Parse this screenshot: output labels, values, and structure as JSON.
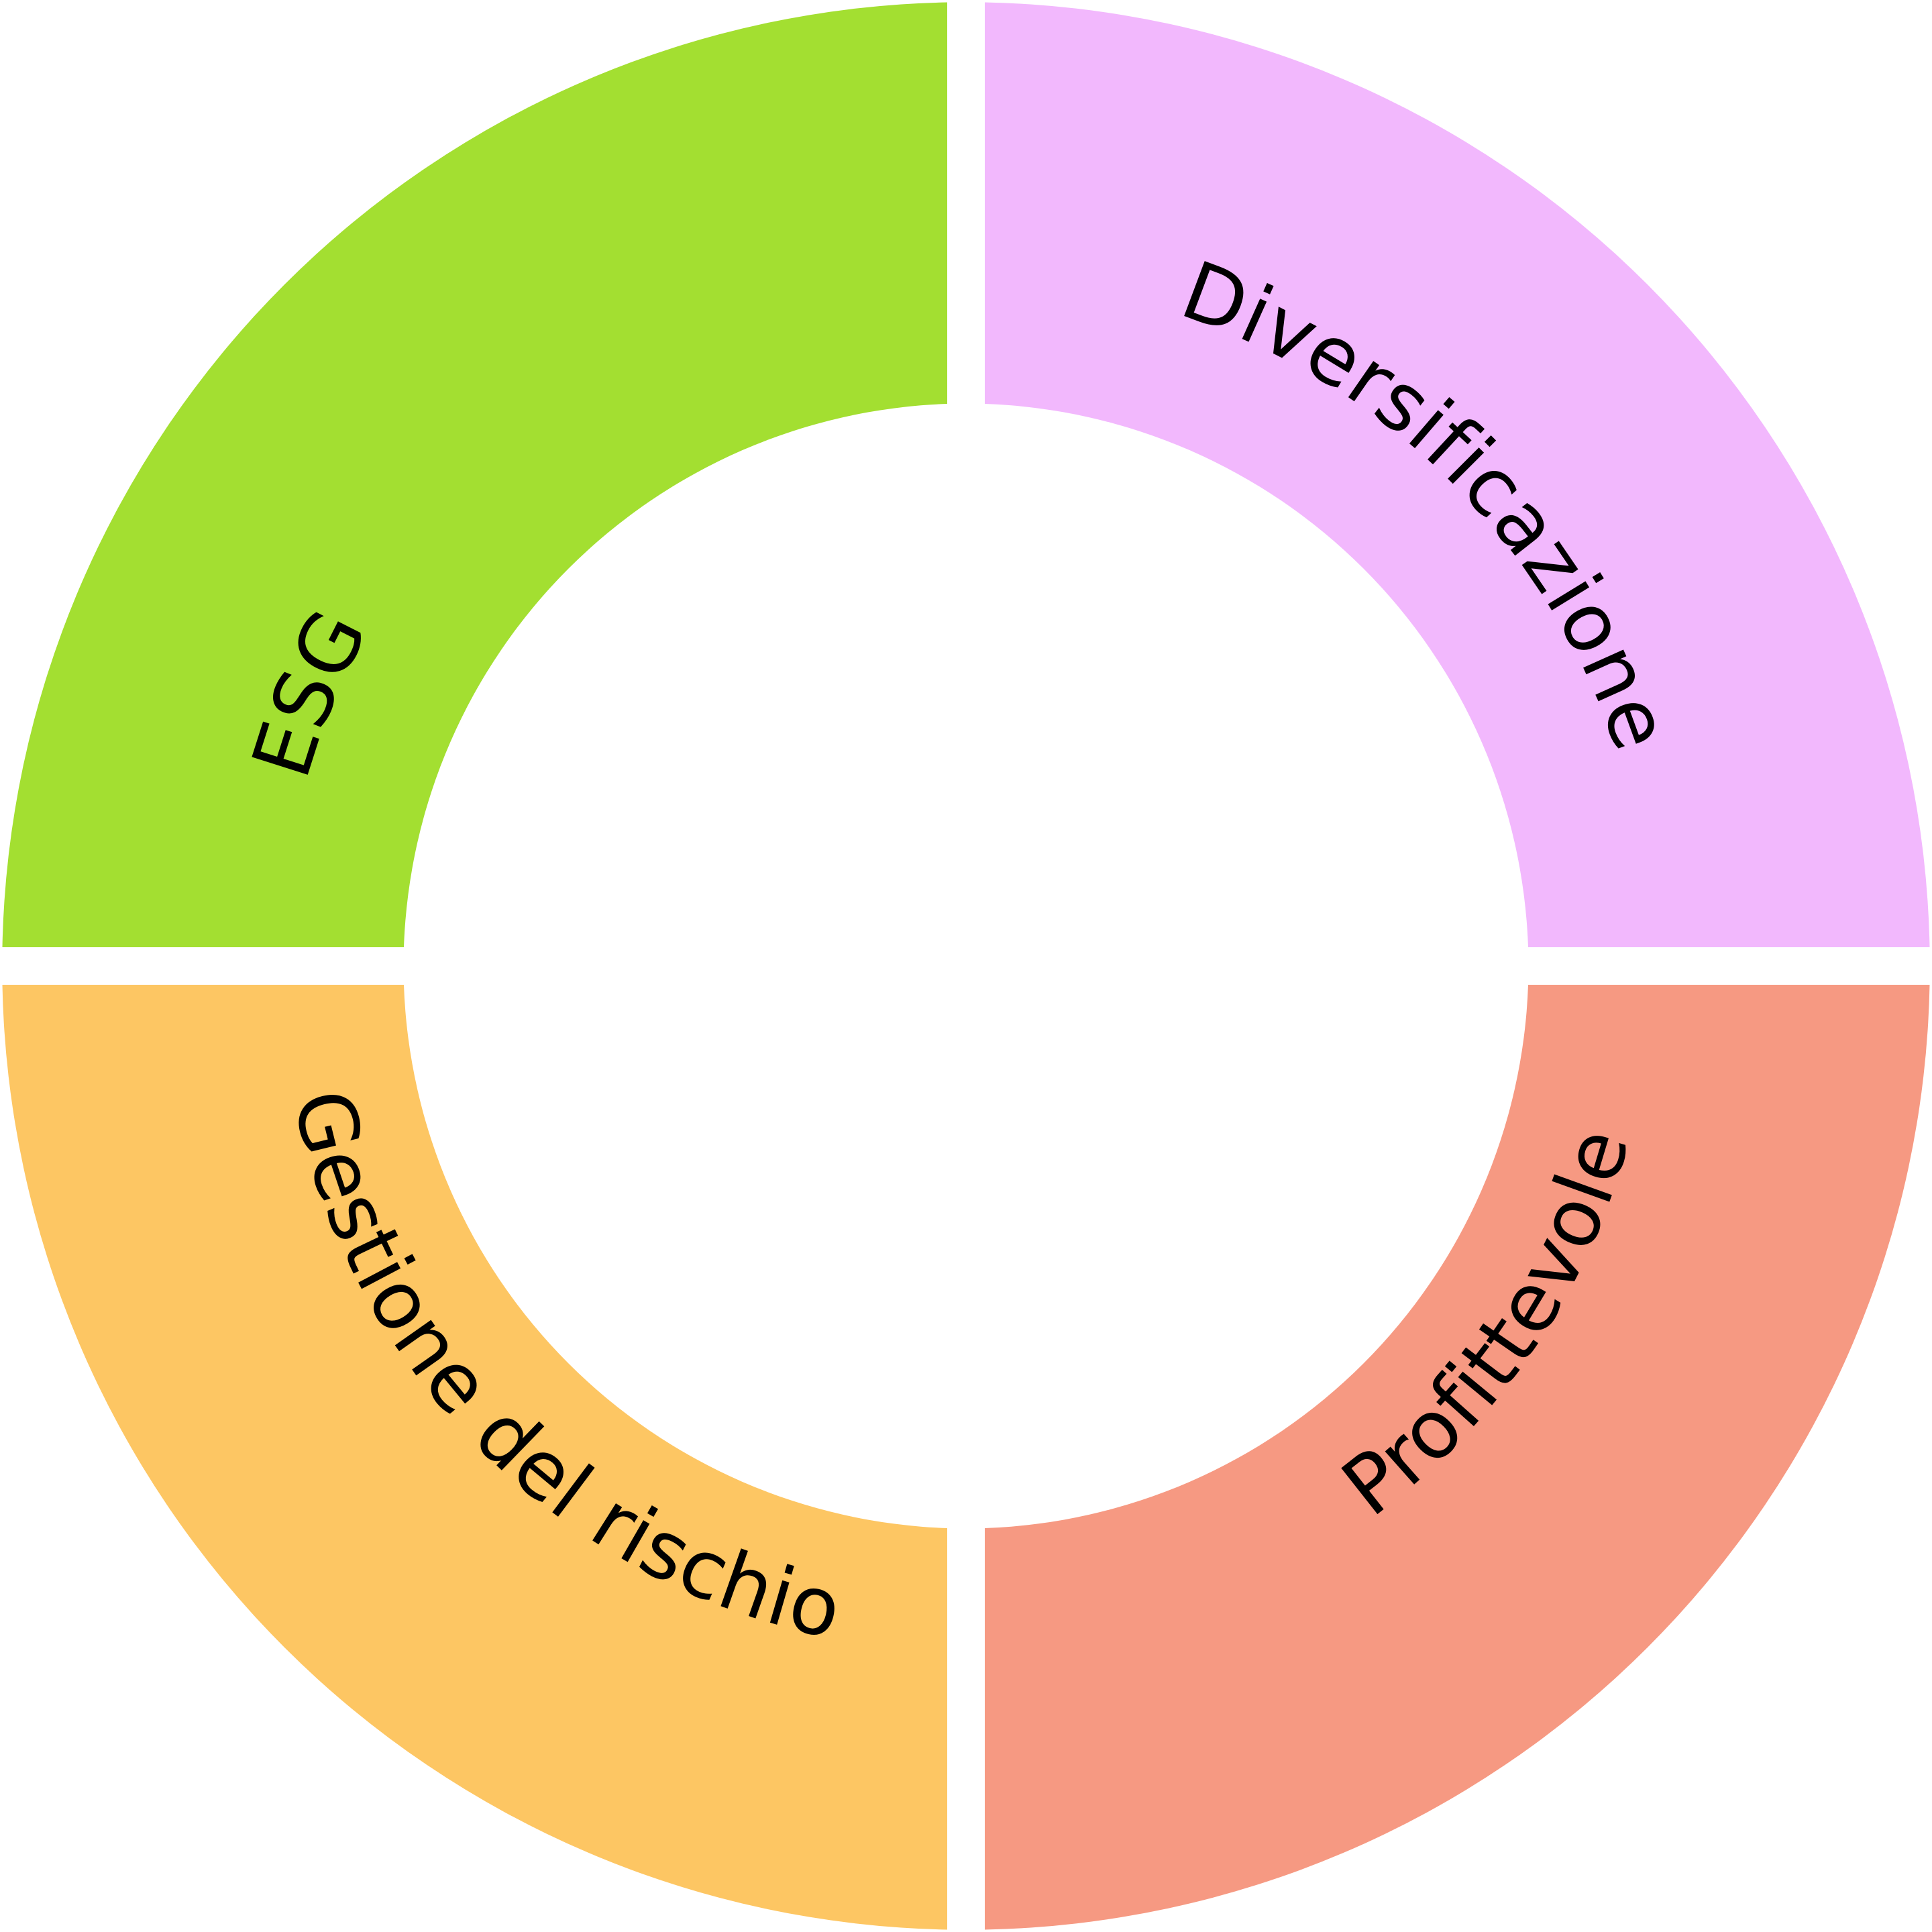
{
  "segments": [
    {
      "id": "esg",
      "label": "ESG",
      "color": "#a3df31",
      "quadrant": "top-left"
    },
    {
      "id": "diversificazione",
      "label": "Diversificazione",
      "color": "#f2b8fd",
      "quadrant": "top-right"
    },
    {
      "id": "profittevole",
      "label": "Profittevole",
      "color": "#f69982",
      "quadrant": "bottom-right"
    },
    {
      "id": "gestione-del-rischio",
      "label": "Gestione del rischio",
      "color": "#fdc663",
      "quadrant": "bottom-left"
    }
  ]
}
